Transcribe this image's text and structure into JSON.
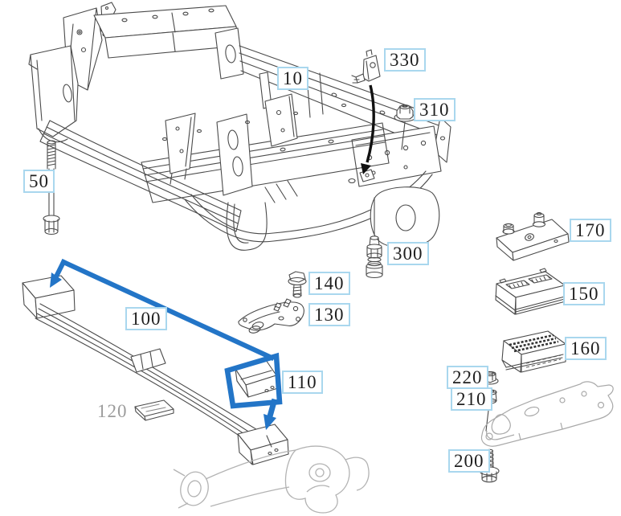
{
  "diagram_type": "exploded-parts-diagram",
  "colors": {
    "line": "#4a4a4a",
    "muted_line": "#b3b3b3",
    "highlight_blue": "#2375c7",
    "arrow_black": "#111111",
    "callout_border": "#a9d7ee",
    "callout_text": "#1f1f1f",
    "muted_text": "#9c9c9c",
    "background": "#ffffff"
  },
  "callouts": [
    {
      "id": "10",
      "label": "10",
      "style": "boxed"
    },
    {
      "id": "50",
      "label": "50",
      "style": "boxed"
    },
    {
      "id": "330",
      "label": "330",
      "style": "boxed"
    },
    {
      "id": "310",
      "label": "310",
      "style": "boxed"
    },
    {
      "id": "300",
      "label": "300",
      "style": "boxed"
    },
    {
      "id": "140",
      "label": "140",
      "style": "boxed"
    },
    {
      "id": "130",
      "label": "130",
      "style": "boxed"
    },
    {
      "id": "100",
      "label": "100",
      "style": "boxed"
    },
    {
      "id": "110",
      "label": "110",
      "style": "boxed"
    },
    {
      "id": "120",
      "label": "120",
      "style": "muted"
    },
    {
      "id": "170",
      "label": "170",
      "style": "boxed"
    },
    {
      "id": "150",
      "label": "150",
      "style": "boxed"
    },
    {
      "id": "160",
      "label": "160",
      "style": "boxed"
    },
    {
      "id": "220",
      "label": "220",
      "style": "boxed"
    },
    {
      "id": "210",
      "label": "210",
      "style": "boxed"
    },
    {
      "id": "200",
      "label": "200",
      "style": "boxed"
    }
  ]
}
